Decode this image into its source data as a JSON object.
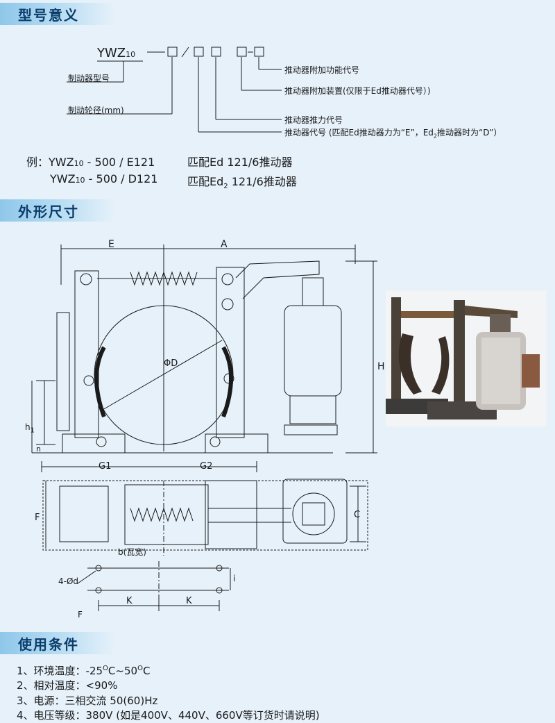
{
  "sections": {
    "model_meaning": "型号意义",
    "dimensions": "外形尺寸",
    "conditions": "使用条件"
  },
  "model_code": {
    "prefix": "YWZ",
    "sub": "10",
    "dash": "—",
    "box": "□",
    "slash": "/",
    "hyphen": "-"
  },
  "legend_items": [
    "制动器型号",
    "制动轮径(mm)",
    "推动器附加功能代号",
    "推动器附加装置(仅限于Ed推动器代号）)",
    "推动器推力代号",
    "推动器代号 (匹配Ed推动器力为“E”，Ed",
    "2",
    "推动器时为“D”）"
  ],
  "example": {
    "label": "例：",
    "line1": {
      "model": "YWZ",
      "sub": "10",
      "rest": " - 500 / E121",
      "match": "匹配Ed  121/6推动器"
    },
    "line2": {
      "model": "YWZ",
      "sub": "10",
      "rest": " - 500 / D121",
      "match_a": "匹配Ed",
      "match_sub": "2",
      "match_b": " 121/6推动器"
    }
  },
  "dimension_labels": {
    "E": "E",
    "A": "A",
    "H": "H",
    "D": "ΦD",
    "h1": "h",
    "h1_sub": "1",
    "n": "n",
    "G1": "G1",
    "G2": "G2",
    "F": "F",
    "C": "C",
    "b": "b(瓦宽)",
    "hole": "4-Ød",
    "K1": "K",
    "K2": "K",
    "i": "i",
    "F2": "F"
  },
  "conditions": [
    {
      "prefix": "1、环境温度：-25",
      "sup1": "O",
      "mid": "C~50",
      "sup2": "O",
      "suffix": "C"
    },
    {
      "text": "2、相对温度：<90%"
    },
    {
      "text": "3、电源：三相交流  50(60)Hz"
    },
    {
      "text": "4、电压等级：380V  (如是400V、440V、660V等订货时请说明)"
    }
  ],
  "colors": {
    "page_bg": "#e6f1fa",
    "header_band": "#8fc7ea",
    "header_text": "#0a3d6b",
    "line": "#1a1a1a"
  }
}
